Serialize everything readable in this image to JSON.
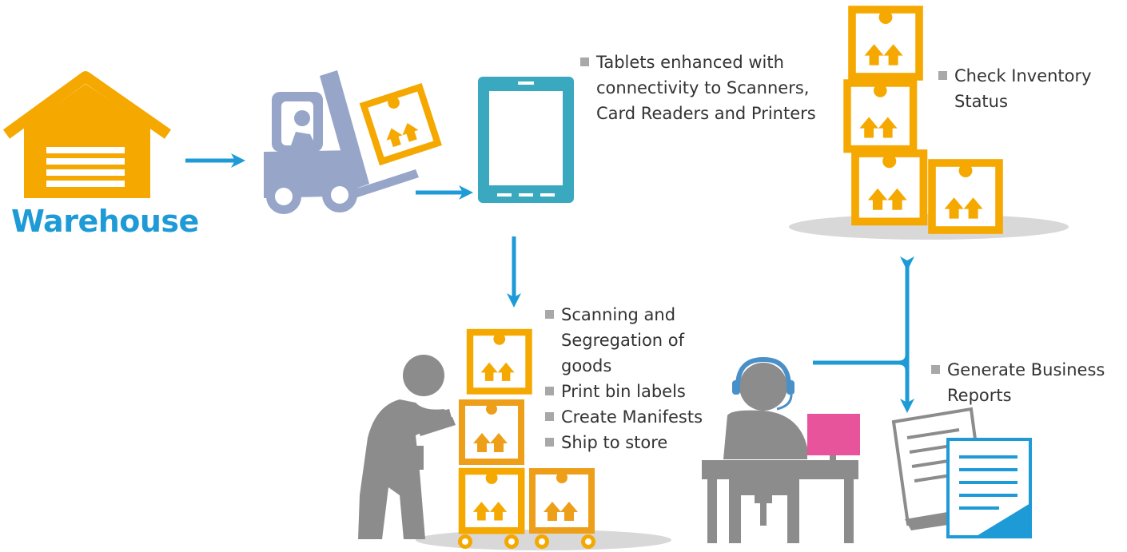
{
  "warehouse_label": "Warehouse",
  "notes": {
    "tablets": "Tablets enhanced with\nconnectivity to Scanners,\nCard Readers and Printers",
    "inventory": "Check Inventory\nStatus",
    "scanning": [
      "Scanning and\nSegregation of\ngoods",
      "Print bin labels",
      "Create Manifests",
      "Ship to store"
    ],
    "reports": "Generate Business\nReports"
  },
  "colors": {
    "box_orange": "#f5a800",
    "box_dark_orange": "#ee9f1a",
    "arrow_blue": "#1e9bd7",
    "grey": "#8c8c8c",
    "forklift": "#96a5c8",
    "tablet_teal": "#3aa9bf",
    "monitor_pink": "#e8549b"
  }
}
